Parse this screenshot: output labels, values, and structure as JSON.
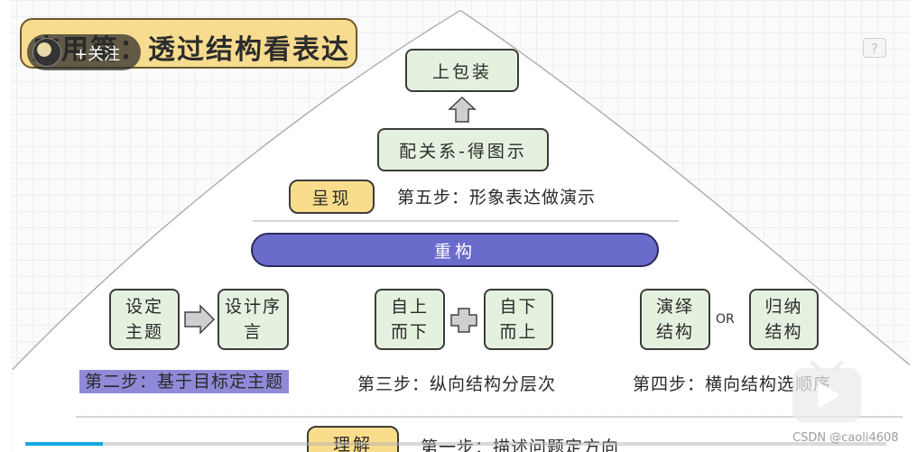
{
  "slide": {
    "title": "应用篇：透过结构看表达",
    "follow_label": "+关注",
    "help_label": "?"
  },
  "pyramid": {
    "top_box": "上包装",
    "relation_box": "配关系-得图示",
    "present_tag": "呈现",
    "step5": "第五步：形象表达做演示",
    "restructure_bar": "重构",
    "boxes": {
      "set_topic": "设定主题",
      "design_preface": "设计序言",
      "top_down": "自上而下",
      "bottom_up": "自下而上",
      "deductive": "演绎结构",
      "inductive": "归纳结构",
      "or_text": "OR"
    },
    "step2": "第二步：基于目标定主题",
    "step3": "第三步：纵向结构分层次",
    "step4": "第四步：横向结构选顺序",
    "understand_tag": "理解",
    "step1": "第一步：描述问题定方向"
  },
  "player": {
    "progress": 0.09,
    "watermark": "CSDN @caoli4608"
  },
  "colors": {
    "box_fill": "#e5f1df",
    "yellow_fill": "#fadd8c",
    "bar_fill": "#6b6bcb",
    "highlight": "#8e8ad8",
    "progress": "#18a5e3"
  },
  "icons": [
    "arrow-up-icon",
    "arrow-right-icon",
    "plus-icon",
    "play-icon",
    "help-icon"
  ]
}
